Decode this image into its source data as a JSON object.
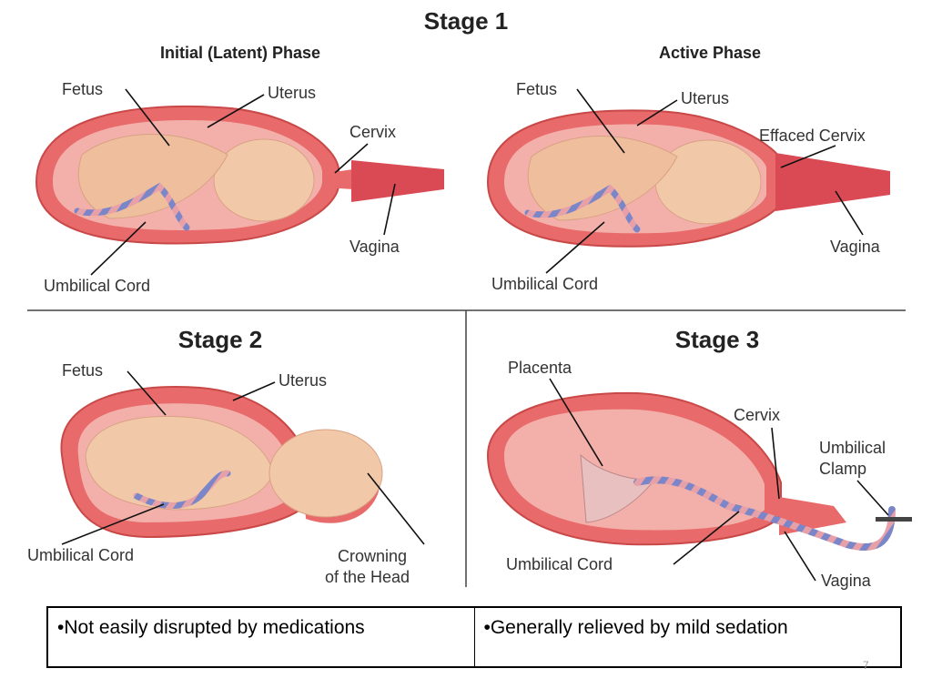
{
  "stage1": {
    "title": "Stage 1",
    "latent": {
      "title": "Initial (Latent) Phase",
      "labels": {
        "fetus": "Fetus",
        "uterus": "Uterus",
        "cervix": "Cervix",
        "vagina": "Vagina",
        "cord": "Umbilical Cord"
      }
    },
    "active": {
      "title": "Active Phase",
      "labels": {
        "fetus": "Fetus",
        "uterus": "Uterus",
        "cervix": "Effaced Cervix",
        "vagina": "Vagina",
        "cord": "Umbilical Cord"
      }
    }
  },
  "stage2": {
    "title": "Stage 2",
    "labels": {
      "fetus": "Fetus",
      "uterus": "Uterus",
      "cord": "Umbilical Cord",
      "crowning_line1": "Crowning",
      "crowning_line2": "of the Head"
    }
  },
  "stage3": {
    "title": "Stage 3",
    "labels": {
      "placenta": "Placenta",
      "cervix": "Cervix",
      "clamp_line1": "Umbilical",
      "clamp_line2": "Clamp",
      "cord": "Umbilical Cord",
      "vagina": "Vagina"
    }
  },
  "table": {
    "left": "•Not easily disrupted by medications",
    "right": "•Generally relieved by mild sedation"
  },
  "page_number": "7",
  "colors": {
    "uterus_wall": "#e86a6a",
    "uterus_inner": "#f3b0aa",
    "skin": "#f2c9a8",
    "cord_blue": "#7b86c8"
  }
}
